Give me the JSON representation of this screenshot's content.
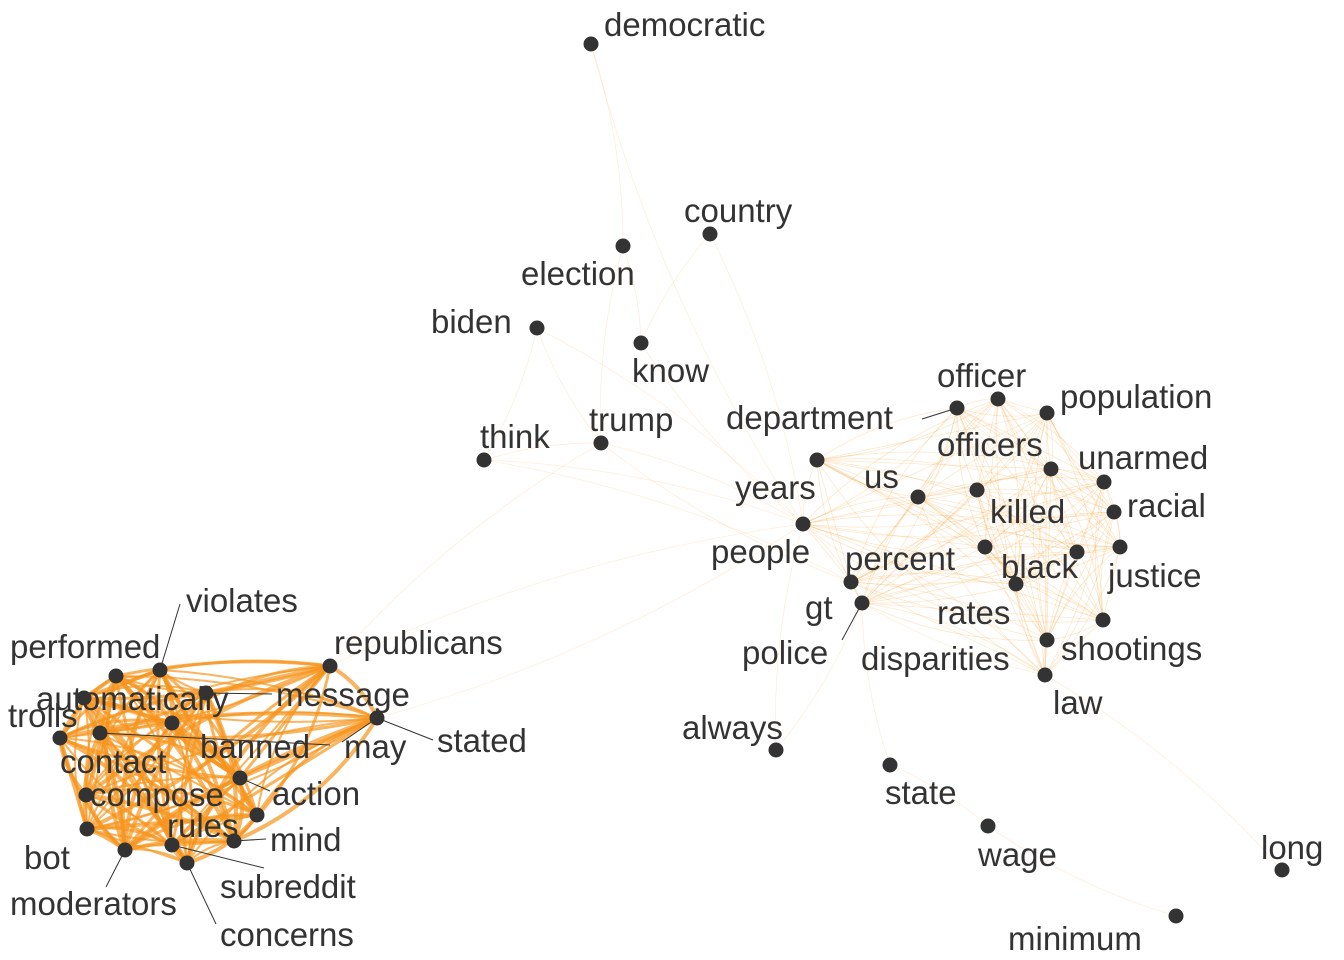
{
  "colors": {
    "edge": "#f7941d",
    "node": "#333333",
    "label": "#333333",
    "background": "#ffffff"
  },
  "nodes": [
    {
      "id": "democratic",
      "label": "democratic"
    },
    {
      "id": "country",
      "label": "country"
    },
    {
      "id": "election",
      "label": "election"
    },
    {
      "id": "biden",
      "label": "biden"
    },
    {
      "id": "know",
      "label": "know"
    },
    {
      "id": "trump",
      "label": "trump"
    },
    {
      "id": "think",
      "label": "think"
    },
    {
      "id": "officer",
      "label": "officer"
    },
    {
      "id": "population",
      "label": "population"
    },
    {
      "id": "department",
      "label": "department"
    },
    {
      "id": "officers",
      "label": "officers"
    },
    {
      "id": "unarmed",
      "label": "unarmed"
    },
    {
      "id": "us",
      "label": "us"
    },
    {
      "id": "years",
      "label": "years"
    },
    {
      "id": "killed",
      "label": "killed"
    },
    {
      "id": "racial",
      "label": "racial"
    },
    {
      "id": "people",
      "label": "people"
    },
    {
      "id": "percent",
      "label": "percent"
    },
    {
      "id": "black",
      "label": "black"
    },
    {
      "id": "justice",
      "label": "justice"
    },
    {
      "id": "gt",
      "label": "gt"
    },
    {
      "id": "rates",
      "label": "rates"
    },
    {
      "id": "police",
      "label": "police"
    },
    {
      "id": "disparities",
      "label": "disparities"
    },
    {
      "id": "shootings",
      "label": "shootings"
    },
    {
      "id": "law",
      "label": "law"
    },
    {
      "id": "always",
      "label": "always"
    },
    {
      "id": "state",
      "label": "state"
    },
    {
      "id": "wage",
      "label": "wage"
    },
    {
      "id": "long",
      "label": "long"
    },
    {
      "id": "minimum",
      "label": "minimum"
    },
    {
      "id": "violates",
      "label": "violates"
    },
    {
      "id": "performed",
      "label": "performed"
    },
    {
      "id": "republicans",
      "label": "republicans"
    },
    {
      "id": "automatically",
      "label": "automatically"
    },
    {
      "id": "message",
      "label": "message"
    },
    {
      "id": "trolls",
      "label": "trolls"
    },
    {
      "id": "banned",
      "label": "banned"
    },
    {
      "id": "may",
      "label": "may"
    },
    {
      "id": "stated",
      "label": "stated"
    },
    {
      "id": "contact",
      "label": "contact"
    },
    {
      "id": "action",
      "label": "action"
    },
    {
      "id": "compose",
      "label": "compose"
    },
    {
      "id": "rules",
      "label": "rules"
    },
    {
      "id": "mind",
      "label": "mind"
    },
    {
      "id": "bot",
      "label": "bot"
    },
    {
      "id": "subreddit",
      "label": "subreddit"
    },
    {
      "id": "moderators",
      "label": "moderators"
    },
    {
      "id": "concerns",
      "label": "concerns"
    }
  ]
}
